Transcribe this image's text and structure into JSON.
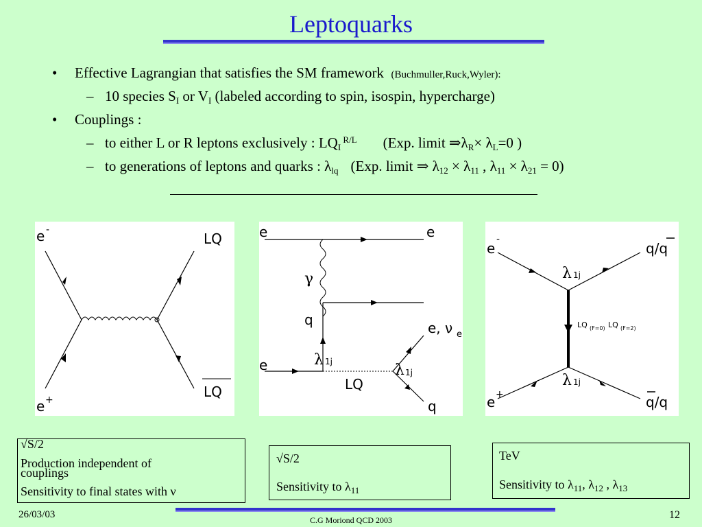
{
  "slide": {
    "title": "Leptoquarks",
    "bullets": {
      "b1_text": "Effective Lagrangian that satisfies the SM framework",
      "b1_cite": "(Buchmuller,Ruck,Wyler):",
      "b1a_pre": "10  species S",
      "b1a_subI1": "I",
      "b1a_mid": " or V",
      "b1a_subI2": "I",
      "b1a_post": " (labeled according to spin, isospin, hypercharge)",
      "b2_text": "Couplings :",
      "b2a_pre": "to  either L or R leptons exclusively  : LQ",
      "b2a_subI": "I",
      "b2a_sup": " R/L",
      "b2a_limit": "(Exp. limit ⇒λ",
      "b2a_subR": "R",
      "b2a_times": "× λ",
      "b2a_subL": "L",
      "b2a_end": "=0 )",
      "b2b_pre": "to generations of leptons and quarks : λ",
      "b2b_sublq": "lq",
      "b2b_limit": "(Exp. limit ⇒  λ",
      "b2b_s12": "12",
      "b2b_x1": " × λ",
      "b2b_s11a": "11",
      "b2b_comma": " , λ",
      "b2b_s11b": "11",
      "b2b_x2": " × λ",
      "b2b_s21": "21",
      "b2b_end": " = 0)",
      "bullet_marker": "•",
      "dash_marker": "–"
    },
    "diagrams": {
      "d1": {
        "e_minus": "e",
        "minus": "-",
        "e_plus": "e",
        "plus": "+",
        "lq": "LQ",
        "lqbar": "LQ"
      },
      "d2": {
        "e_in": "e",
        "e_out": "e",
        "gamma": "γ",
        "q": "q",
        "e_low": "e",
        "lambda": "λ",
        "lambda_sub": "1j",
        "lq": "LQ",
        "enu": "e, ν",
        "enu_sub": "e",
        "q_out": "q",
        "lambda2": "λ",
        "lambda2_sub": "1j"
      },
      "d3": {
        "e_minus": "e",
        "minus": "-",
        "e_plus": "e",
        "plus": "+",
        "q_top": "q/q",
        "q_bot": "q/q",
        "lambda_top": "λ",
        "lambda_top_sub": "1j",
        "lambda_bot": "λ",
        "lambda_bot_sub": "1j",
        "lq1": "LQ",
        "lq1_sub": "(F=0)",
        "lq2": "LQ",
        "lq2_sub": "(F=2)"
      }
    },
    "boxes": {
      "box1": {
        "line1": "√S/2",
        "line2": "Production independent of",
        "line3": "couplings",
        "line4": "Sensitivity to final states with ν"
      },
      "box2": {
        "line1": "√S/2",
        "line2_pre": "Sensitivity to λ",
        "line2_sub": "11"
      },
      "box3": {
        "line1": "TeV",
        "line2_pre": "Sensitivity to λ",
        "s1": "11",
        "c1": ", λ",
        "s2": "12",
        "c2": " , λ",
        "s3": "13"
      }
    },
    "footer": {
      "date": "26/03/03",
      "center": "C.G Moriond QCD 2003",
      "page": "12"
    },
    "colors": {
      "background": "#ccffcc",
      "title": "#1a1acc",
      "rule": "#3333cc"
    }
  }
}
